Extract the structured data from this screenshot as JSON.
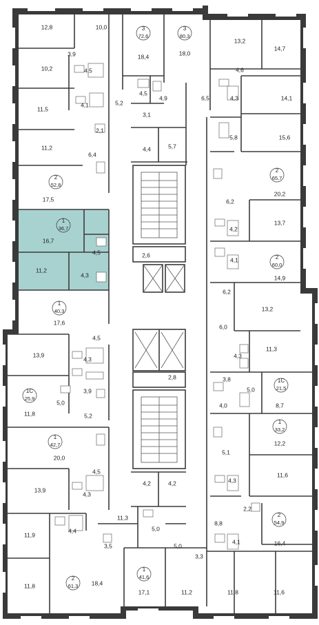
{
  "plan": {
    "highlight_color": "#a8d2d0",
    "wall_color": "#3a3a3a",
    "highlighted_apartment": "1-36.7",
    "apartments": [
      {
        "rooms": "3",
        "area": "72,6"
      },
      {
        "rooms": "3",
        "area": "80,3"
      },
      {
        "rooms": "2",
        "area": "52,8"
      },
      {
        "rooms": "2",
        "area": "65,7"
      },
      {
        "rooms": "1",
        "area": "36,7"
      },
      {
        "rooms": "2",
        "area": "60,0"
      },
      {
        "rooms": "1",
        "area": "40,3"
      },
      {
        "rooms": "1С",
        "area": "25,9"
      },
      {
        "rooms": "1С",
        "area": "21,5"
      },
      {
        "rooms": "1",
        "area": "33,2"
      },
      {
        "rooms": "1",
        "area": "42,7"
      },
      {
        "rooms": "2",
        "area": "54,9"
      },
      {
        "rooms": "1",
        "area": "41,6"
      },
      {
        "rooms": "2",
        "area": "61,3"
      }
    ],
    "room_areas": [
      "12,8",
      "10,0",
      "18,4",
      "18,0",
      "13,2",
      "14,7",
      "3,9",
      "10,2",
      "4,5",
      "4,6",
      "11,5",
      "4,1",
      "4,5",
      "5,2",
      "4,9",
      "6,5",
      "4,3",
      "14,1",
      "3,1",
      "2,1",
      "11,2",
      "6,4",
      "4,4",
      "5,7",
      "5,8",
      "15,6",
      "17,5",
      "20,2",
      "6,2",
      "16,7",
      "13,7",
      "4,2",
      "4,5",
      "2,6",
      "4,1",
      "11,2",
      "4,3",
      "14,9",
      "6,2",
      "13,2",
      "17,6",
      "6,0",
      "4,5",
      "11,3",
      "13,9",
      "4,3",
      "4,3",
      "2,8",
      "3,8",
      "5,0",
      "5,0",
      "3,9",
      "4,0",
      "11,8",
      "8,7",
      "5,2",
      "12,2",
      "20,0",
      "5,1",
      "4,5",
      "11,6",
      "13,9",
      "4,3",
      "4,3",
      "4,2",
      "4,2",
      "2,2",
      "11,3",
      "8,8",
      "4,4",
      "5,0",
      "11,9",
      "3,5",
      "5,0",
      "4,1",
      "16,4",
      "3,3",
      "18,4",
      "11,8",
      "17,1",
      "11,2",
      "11,8",
      "11,6"
    ]
  }
}
